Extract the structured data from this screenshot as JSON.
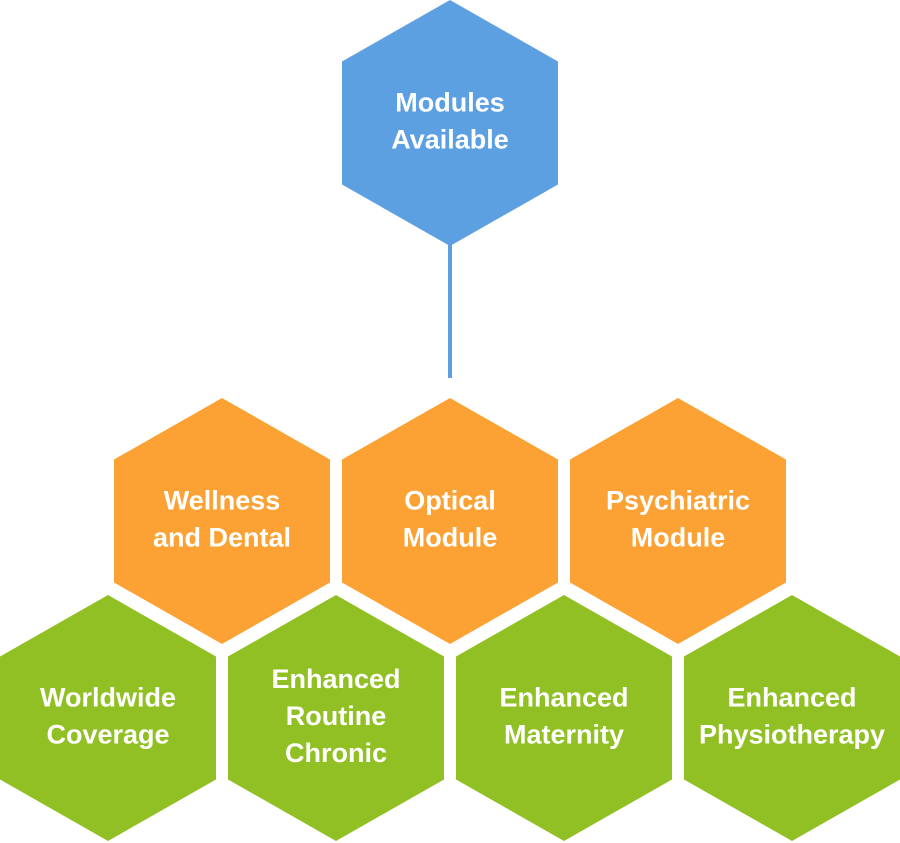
{
  "colors": {
    "top": "#5da0e2",
    "middle": "#fca234",
    "bottom": "#91c024",
    "connector": "#5da0e2",
    "label": "#ffffff"
  },
  "top": {
    "id": "modules-available",
    "lines": [
      "Modules",
      "Available"
    ]
  },
  "middle": [
    {
      "id": "wellness-and-dental",
      "lines": [
        "Wellness",
        "and Dental"
      ]
    },
    {
      "id": "optical-module",
      "lines": [
        "Optical",
        "Module"
      ]
    },
    {
      "id": "psychiatric-module",
      "lines": [
        "Psychiatric",
        "Module"
      ]
    }
  ],
  "bottom": [
    {
      "id": "worldwide-coverage",
      "lines": [
        "Worldwide",
        "Coverage"
      ]
    },
    {
      "id": "enhanced-routine-chronic",
      "lines": [
        "Enhanced",
        "Routine",
        "Chronic"
      ]
    },
    {
      "id": "enhanced-maternity",
      "lines": [
        "Enhanced",
        "Maternity"
      ]
    },
    {
      "id": "enhanced-physiotherapy",
      "lines": [
        "Enhanced",
        "Physiotherapy"
      ]
    }
  ]
}
